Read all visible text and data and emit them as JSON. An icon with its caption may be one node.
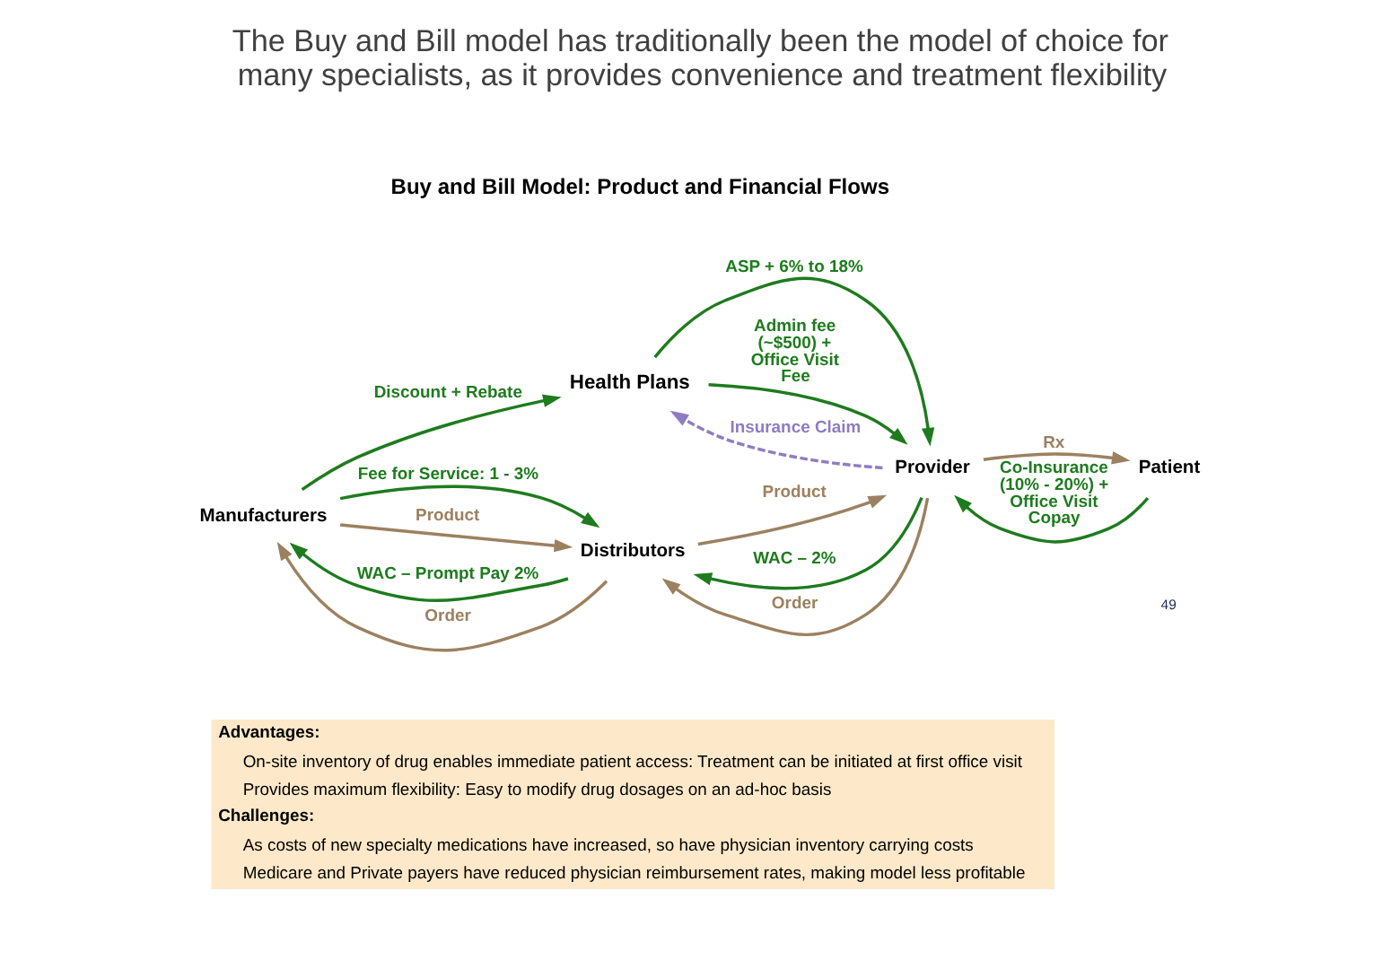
{
  "diagram": {
    "title": "The Buy and Bill model has traditionally been the model of choice for many specialists, as it provides convenience and treatment flexibility",
    "nodes": [
      {
        "text": [
          "Health Plans"
        ]
      },
      {
        "text": [
          "Manufacturers"
        ]
      },
      {
        "text": [
          "Distributors"
        ]
      },
      {
        "text": [
          "Provider"
        ]
      },
      {
        "text": [
          "Patient"
        ]
      },
      {
        "text": [
          "Advantages:",
          "On-site inventory of drug enables immediate patient access: Treatment can be initiated at first office visit",
          "Provides maximum flexibility: Easy to modify drug dosages on an ad-hoc basis",
          "Challenges:",
          "As costs of new specialty medications have increased, so have physician inventory carrying costs",
          "Medicare and Private payers have reduced physician reimbursement rates, making model less profitable"
        ]
      }
    ],
    "edges": [
      {
        "from": 1,
        "to": 0,
        "arrow": "to",
        "label": "Discount + Rebate"
      },
      {
        "from": 0,
        "to": 3,
        "arrow": "to",
        "label": "ASP + 6% to 18%"
      },
      {
        "from": 0,
        "to": 3,
        "arrow": "to",
        "label": "Admin fee (~$500) + Office Visit Fee"
      },
      {
        "from": 3,
        "to": 0,
        "arrow": "to",
        "label": "Insurance Claim",
        "style": "dashed",
        "color": "#8e7cc3"
      },
      {
        "from": 2,
        "to": 1,
        "arrow": "to",
        "label": "WAC – Prompt Pay 2%"
      },
      {
        "from": 1,
        "to": 2,
        "arrow": "to",
        "label": "Fee for Service: 1 - 3%"
      },
      {
        "from": 1,
        "to": 2,
        "arrow": "to",
        "label": "Product",
        "color": "#9c8160"
      },
      {
        "from": 2,
        "to": 1,
        "arrow": "to",
        "label": "Order",
        "color": "#9c8160"
      },
      {
        "from": 3,
        "to": 2,
        "arrow": "to",
        "label": "WAC – 2%"
      },
      {
        "from": 2,
        "to": 3,
        "arrow": "to",
        "label": "Product",
        "color": "#9c8160"
      },
      {
        "from": 3,
        "to": 2,
        "arrow": "to",
        "label": "Order",
        "color": "#9c8160"
      },
      {
        "from": 4,
        "to": 3,
        "arrow": "to",
        "label": "Co-Insurance (10% - 20%) + Office Visit Copay"
      },
      {
        "from": 3,
        "to": 4,
        "arrow": "to",
        "label": "Rx",
        "color": "#9c8160"
      }
    ],
    "labels": [
      "Buy and Bill Model: Product and Financial Flows",
      "49"
    ]
  }
}
